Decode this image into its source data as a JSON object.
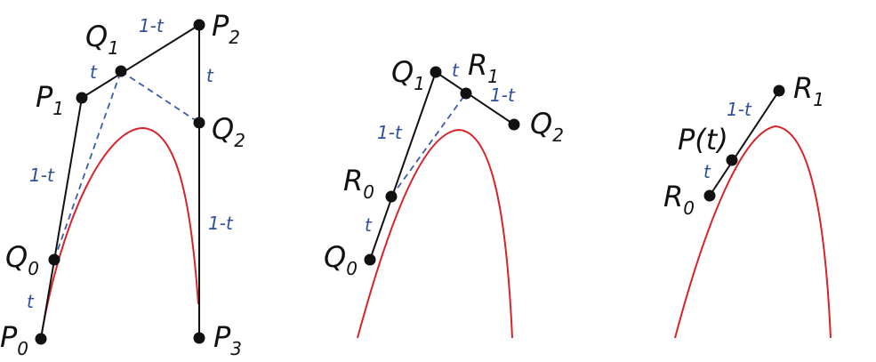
{
  "colors": {
    "curve": "#d8232a",
    "segment": "#111111",
    "construction": "#3a5bb0",
    "point": "#111111",
    "fraction_label": "#2e4fa0"
  },
  "panel1": {
    "points": {
      "p0": {
        "base": "P",
        "sub": "0"
      },
      "p1": {
        "base": "P",
        "sub": "1"
      },
      "p2": {
        "base": "P",
        "sub": "2"
      },
      "p3": {
        "base": "P",
        "sub": "3"
      },
      "q0": {
        "base": "Q",
        "sub": "0"
      },
      "q1": {
        "base": "Q",
        "sub": "1"
      },
      "q2": {
        "base": "Q",
        "sub": "2"
      }
    },
    "fractions": {
      "p0q0": "t",
      "q0p1": "1-t",
      "p1q1": "t",
      "q1p2": "1-t",
      "p2q2": "t",
      "q2p3": "1-t"
    }
  },
  "panel2": {
    "points": {
      "q0": {
        "base": "Q",
        "sub": "0"
      },
      "q1": {
        "base": "Q",
        "sub": "1"
      },
      "q2": {
        "base": "Q",
        "sub": "2"
      },
      "r0": {
        "base": "R",
        "sub": "0"
      },
      "r1": {
        "base": "R",
        "sub": "1"
      }
    },
    "fractions": {
      "q0r0": "t",
      "r0q1": "1-t",
      "q1r1": "t",
      "r1q2": "1-t"
    }
  },
  "panel3": {
    "points": {
      "r0": {
        "base": "R",
        "sub": "0"
      },
      "r1": {
        "base": "R",
        "sub": "1"
      },
      "pt": {
        "base": "P(t)"
      }
    },
    "fractions": {
      "r0pt": "t",
      "ptr1": "1-t"
    }
  }
}
